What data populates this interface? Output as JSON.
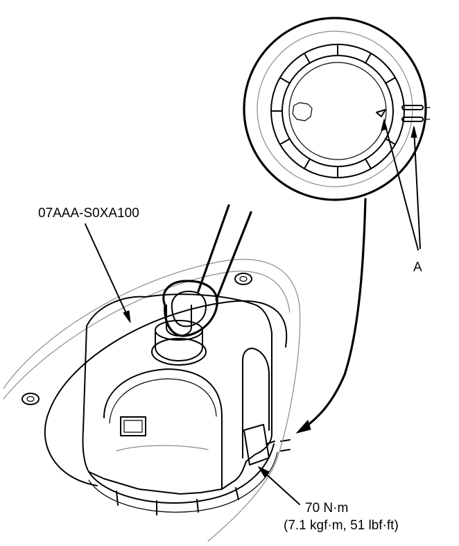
{
  "labels": {
    "tool_number": "07AAA-S0XA100",
    "callout_a": "A",
    "torque_value": "70 N·m",
    "torque_alt": "(7.1 kgf·m, 51 lbf·ft)"
  }
}
